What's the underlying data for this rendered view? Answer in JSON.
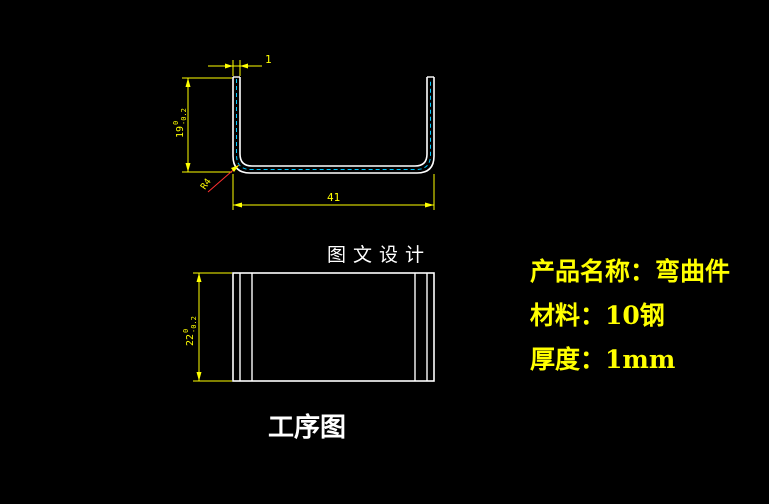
{
  "colors": {
    "background": "#000000",
    "dimension": "#ffff00",
    "outline": "#ffffff",
    "hidden_line": "#00c8ff",
    "leader": "#ff3030"
  },
  "side_view": {
    "thickness_dim": "1",
    "height_dim": "19",
    "height_tol_upper": "0",
    "height_tol_lower": "-0.2",
    "radius_dim": "R4",
    "width_dim": "41"
  },
  "plan_view": {
    "length_dim": "22",
    "length_tol_upper": "0",
    "length_tol_lower": "-0.2"
  },
  "watermark": "图文设计",
  "info": {
    "product_label": "产品名称：",
    "product_value": "弯曲件",
    "material_label": "材料：",
    "material_value": "10钢",
    "thickness_label": "厚度：",
    "thickness_value": "1mm"
  },
  "process_label": "工序图"
}
